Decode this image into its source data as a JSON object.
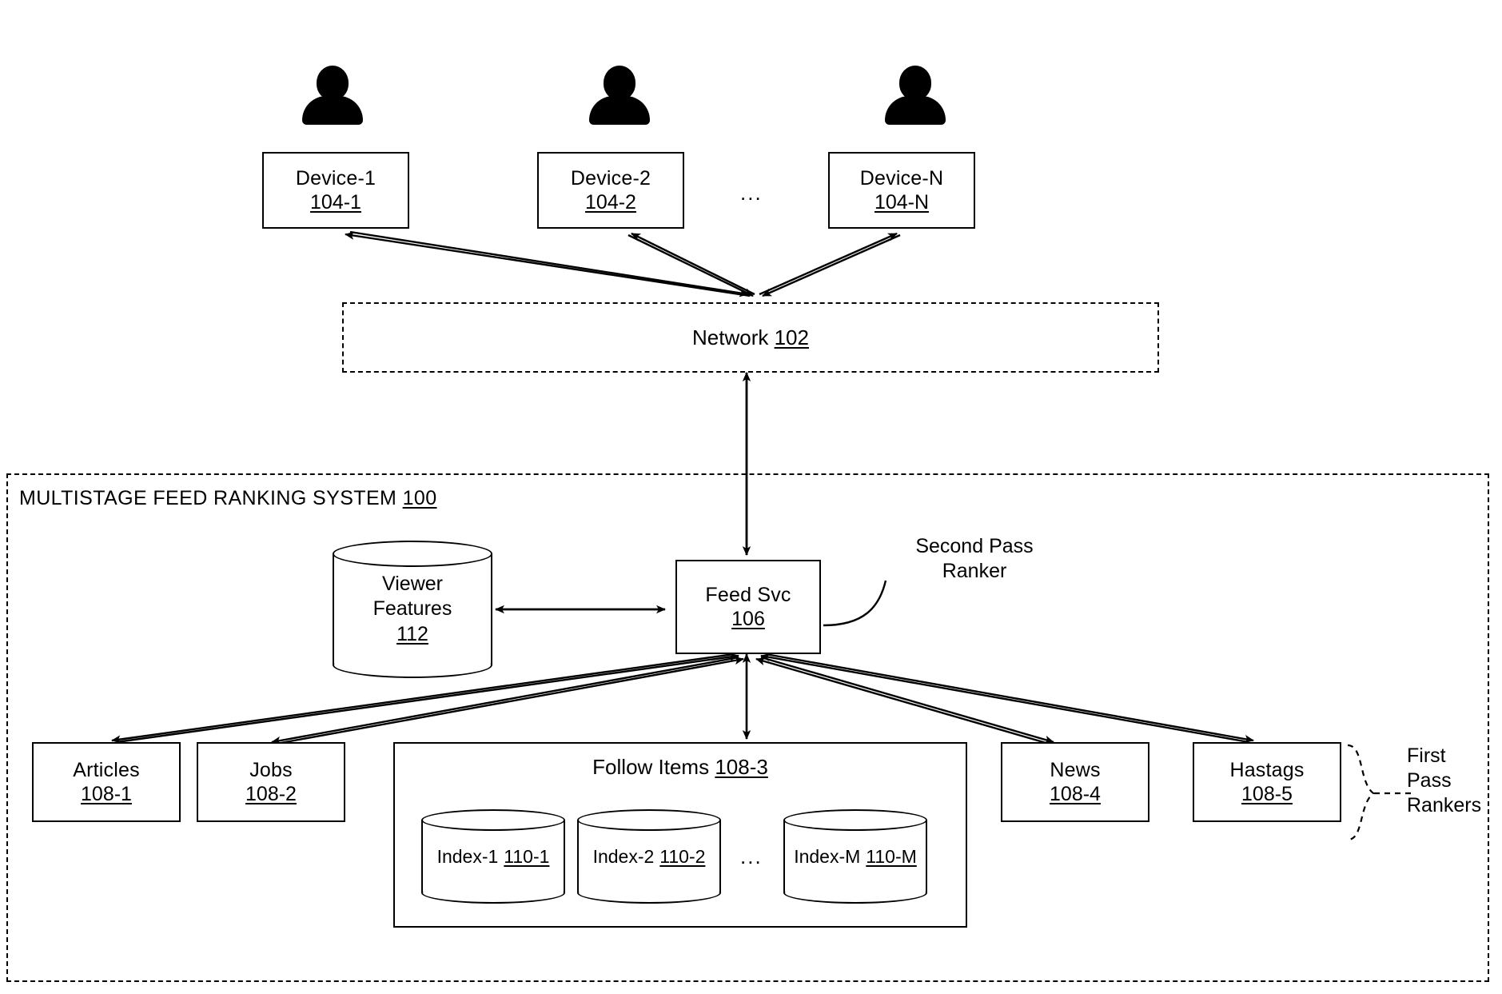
{
  "figure": {
    "system": {
      "title": "MULTISTAGE FEED RANKING SYSTEM",
      "ref": "100"
    },
    "network": {
      "label": "Network",
      "ref": "102"
    }
  },
  "clients": {
    "ellipsis": "...",
    "devices": [
      {
        "name": "Device-1",
        "ref": "104-1",
        "icon": "person-icon"
      },
      {
        "name": "Device-2",
        "ref": "104-2",
        "icon": "person-icon"
      },
      {
        "name": "Device-N",
        "ref": "104-N",
        "icon": "person-icon"
      }
    ]
  },
  "services": {
    "feed_svc": {
      "name": "Feed Svc",
      "ref": "106"
    },
    "viewer_features": {
      "line1": "Viewer",
      "line2": "Features",
      "ref": "112"
    },
    "second_pass_ranker": {
      "line1": "Second Pass",
      "line2": "Ranker"
    },
    "first_pass_rankers": {
      "line1": "First",
      "line2": "Pass",
      "line3": "Rankers"
    }
  },
  "first_pass": {
    "boxes": [
      {
        "name": "Articles",
        "ref": "108-1"
      },
      {
        "name": "Jobs",
        "ref": "108-2"
      },
      {
        "name": "News",
        "ref": "108-4"
      },
      {
        "name": "Hastags",
        "ref": "108-5"
      }
    ],
    "follow_items": {
      "name": "Follow Items",
      "ref": "108-3",
      "ellipsis": "...",
      "indexes": [
        {
          "name": "Index-1",
          "ref": "110-1"
        },
        {
          "name": "Index-2",
          "ref": "110-2"
        },
        {
          "name": "Index-M",
          "ref": "110-M"
        }
      ]
    }
  },
  "colors": {
    "line": "#000000",
    "background": "#ffffff"
  }
}
